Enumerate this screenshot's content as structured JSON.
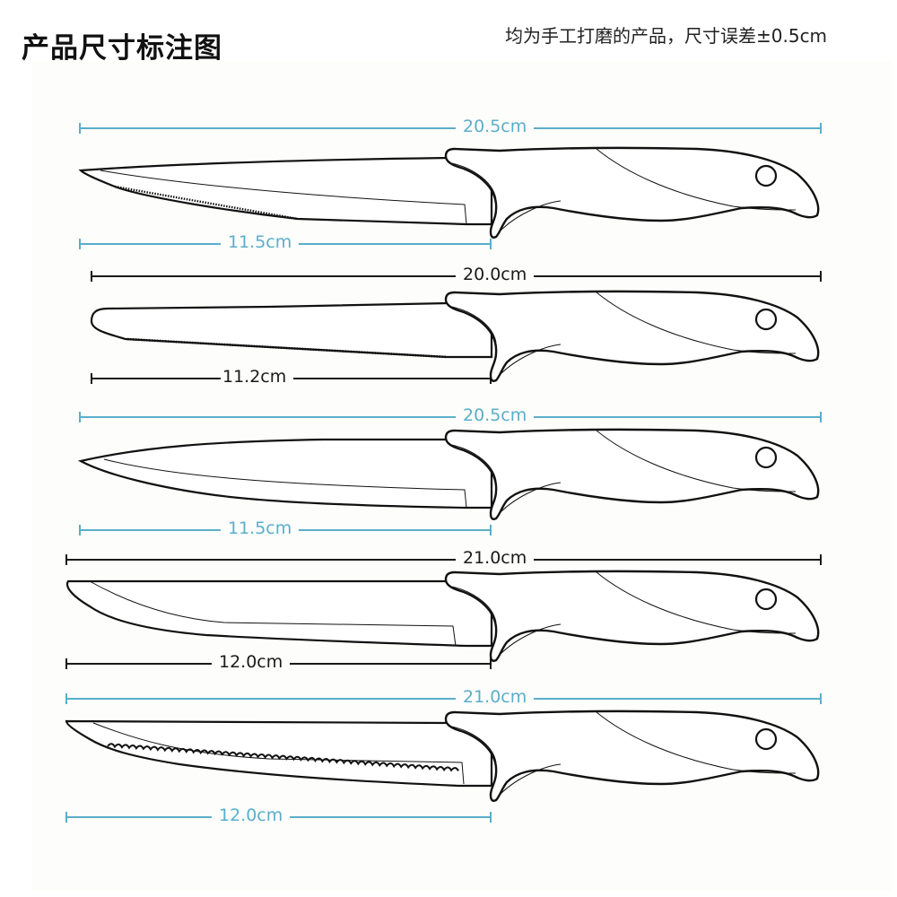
{
  "header": {
    "title": "产品尺寸标注图",
    "note": "均为手工打磨的产品，尺寸误差±0.5cm"
  },
  "colors": {
    "blue_dimension": "#5aaecb",
    "black_dimension": "#1a1a1a",
    "outline": "#111111",
    "background": "#ffffff"
  },
  "knives": [
    {
      "id": "knife-1",
      "blade_type": "fine-serrated pointed",
      "dimension_color": "blue",
      "total_length": "20.5cm",
      "blade_length": "11.5cm"
    },
    {
      "id": "knife-2",
      "blade_type": "fine-serrated round tip",
      "dimension_color": "black",
      "total_length": "20.0cm",
      "blade_length": "11.2cm"
    },
    {
      "id": "knife-3",
      "blade_type": "plain pointed",
      "dimension_color": "blue",
      "total_length": "20.5cm",
      "blade_length": "11.5cm"
    },
    {
      "id": "knife-4",
      "blade_type": "plain drop-edge",
      "dimension_color": "black",
      "total_length": "21.0cm",
      "blade_length": "12.0cm"
    },
    {
      "id": "knife-5",
      "blade_type": "coarse-serrated pointed",
      "dimension_color": "blue",
      "total_length": "21.0cm",
      "blade_length": "12.0cm"
    }
  ]
}
